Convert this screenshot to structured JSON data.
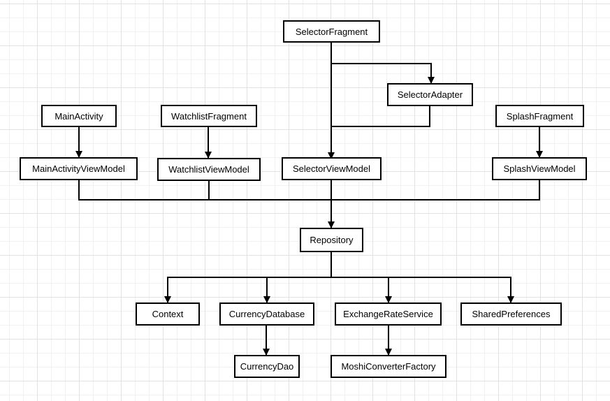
{
  "diagram": {
    "line_color": "#000000",
    "box_fill": "#ffffff",
    "grid_color": "#e2e2e2",
    "nodes": {
      "selector_fragment": "SelectorFragment",
      "selector_adapter": "SelectorAdapter",
      "main_activity": "MainActivity",
      "watchlist_fragment": "WatchlistFragment",
      "splash_fragment": "SplashFragment",
      "main_activity_view_model": "MainActivityViewModel",
      "watchlist_view_model": "WatchlistViewModel",
      "selector_view_model": "SelectorViewModel",
      "splash_view_model": "SplashViewModel",
      "repository": "Repository",
      "context": "Context",
      "currency_database": "CurrencyDatabase",
      "exchange_rate_service": "ExchangeRateService",
      "shared_preferences": "SharedPreferences",
      "currency_dao": "CurrencyDao",
      "moshi_converter_factory": "MoshiConverterFactory"
    }
  }
}
